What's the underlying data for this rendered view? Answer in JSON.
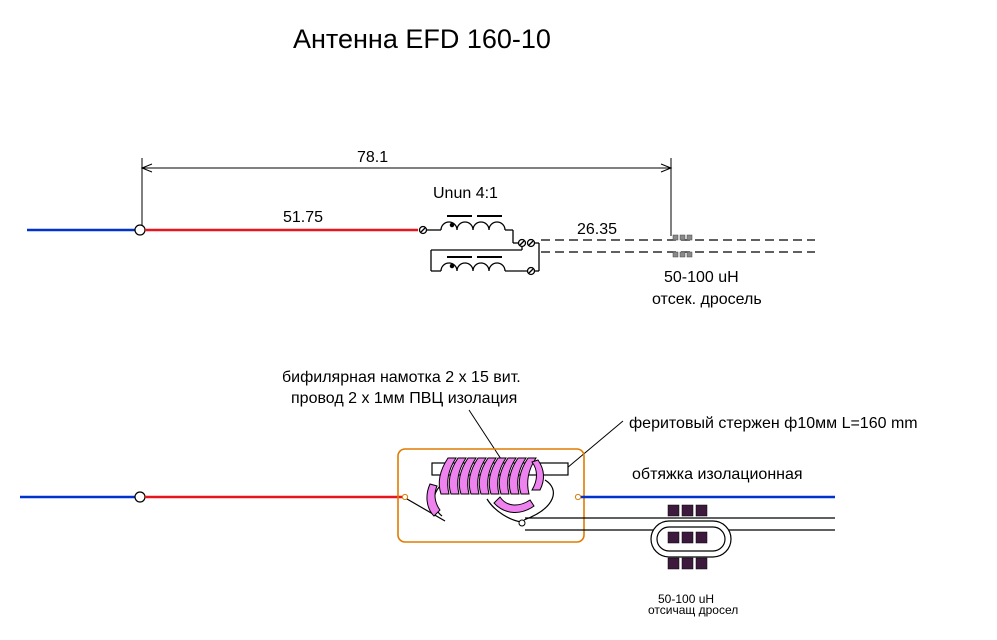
{
  "title": "Антенна EFD 160-10",
  "colors": {
    "feed_wire": "#0033cc",
    "radiator_wire": "#e8141e",
    "winding": "#ee82ee",
    "choke_bead": "#3d1a3d",
    "enclosure": "#e07b00",
    "line": "#000000"
  },
  "top_diagram": {
    "total_length": "78.1",
    "radiator_length": "51.75",
    "transformer_label": "Unun 4:1",
    "coax_length": "26.35",
    "choke_value": "50-100 uH",
    "choke_label": "отсек. дросель"
  },
  "bottom_diagram": {
    "winding_note_line1": "бифилярная намотка 2 х 15 вит.",
    "winding_note_line2": "провод 2 х 1мм  ПВЦ изолация",
    "rod_label": "феритовый стержен ф10мм L=160 mm",
    "guy_label": "обтяжка изолационная",
    "choke_value": "50-100 uH",
    "choke_label": "отсичащ дросел"
  }
}
